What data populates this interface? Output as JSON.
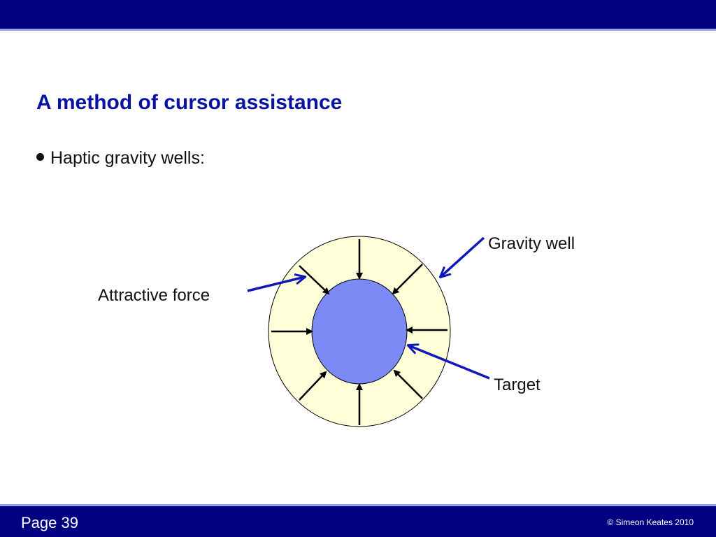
{
  "slide": {
    "title": "A method of cursor assistance",
    "bullet": "Haptic gravity wells:"
  },
  "diagram": {
    "labels": {
      "gravity_well": "Gravity well",
      "attractive_force": "Attractive force",
      "target": "Target"
    },
    "colors": {
      "gravity_well_fill": "#fefed8",
      "target_fill": "#7b8af5",
      "pointer_arrow": "#1018b8",
      "force_arrow": "#000000"
    }
  },
  "footer": {
    "page": "Page 39",
    "copyright": "© Simeon Keates 2010"
  },
  "theme": {
    "bar_color": "#000080",
    "title_color": "#0a12a0"
  }
}
